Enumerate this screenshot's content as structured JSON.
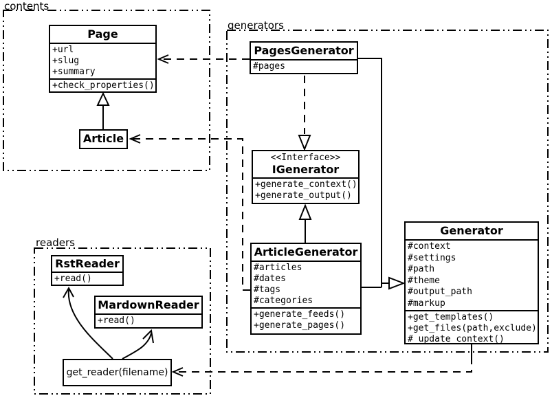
{
  "colors": {
    "line": "#000000",
    "background": "#ffffff"
  },
  "packages": {
    "contents": {
      "label": "contents"
    },
    "generators": {
      "label": "generators"
    },
    "readers": {
      "label": "readers"
    }
  },
  "classes": {
    "page": {
      "name": "Page",
      "attributes": [
        "+url",
        "+slug",
        "+summary"
      ],
      "methods": [
        "+check_properties()"
      ]
    },
    "article": {
      "name": "Article"
    },
    "pages_generator": {
      "name": "PagesGenerator",
      "attributes": [
        "#pages"
      ]
    },
    "igenerator": {
      "stereotype": "<<Interface>>",
      "name": "IGenerator",
      "methods": [
        "+generate_context()",
        "+generate_output()"
      ]
    },
    "article_generator": {
      "name": "ArticleGenerator",
      "attributes": [
        "#articles",
        "#dates",
        "#tags",
        "#categories"
      ],
      "methods": [
        "+generate_feeds()",
        "+generate_pages()"
      ]
    },
    "generator": {
      "name": "Generator",
      "attributes": [
        "#context",
        "#settings",
        "#path",
        "#theme",
        "#output_path",
        "#markup"
      ],
      "methods": [
        "+get_templates()",
        "+get_files(path,exclude)",
        "#_update_context()"
      ]
    },
    "rst_reader": {
      "name": "RstReader",
      "methods": [
        "+read()"
      ]
    },
    "mardown_reader": {
      "name": "MardownReader",
      "methods": [
        "+read()"
      ]
    }
  },
  "function_box": {
    "label": "get_reader(filename)"
  },
  "relationships": [
    {
      "from": "Article",
      "to": "Page",
      "type": "generalization"
    },
    {
      "from": "PagesGenerator",
      "to": "Page",
      "type": "dependency"
    },
    {
      "from": "ArticleGenerator",
      "to": "Article",
      "type": "dependency"
    },
    {
      "from": "PagesGenerator",
      "to": "IGenerator",
      "type": "realization"
    },
    {
      "from": "ArticleGenerator",
      "to": "IGenerator",
      "type": "generalization"
    },
    {
      "from": "PagesGenerator",
      "to": "Generator",
      "type": "generalization"
    },
    {
      "from": "ArticleGenerator",
      "to": "Generator",
      "type": "generalization"
    },
    {
      "from": "Generator",
      "to": "get_reader(filename)",
      "type": "dependency"
    },
    {
      "from": "get_reader(filename)",
      "to": "RstReader",
      "type": "arrow"
    },
    {
      "from": "get_reader(filename)",
      "to": "MardownReader",
      "type": "arrow"
    }
  ]
}
